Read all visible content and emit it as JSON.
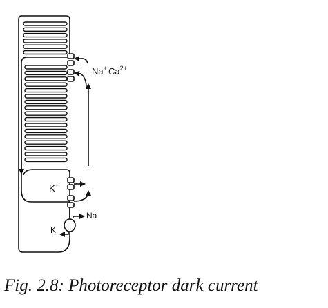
{
  "diagram": {
    "ions": {
      "na_top": "Na",
      "na_top_sup": "+",
      "ca_top": "Ca",
      "ca_top_sup": "2+",
      "k_inner": "K",
      "k_inner_sup": "+",
      "na_pump": "Na",
      "k_pump": "K"
    }
  },
  "caption": "Fig. 2.8: Photoreceptor dark current",
  "colors": {
    "stroke": "#111111",
    "background": "#ffffff"
  }
}
